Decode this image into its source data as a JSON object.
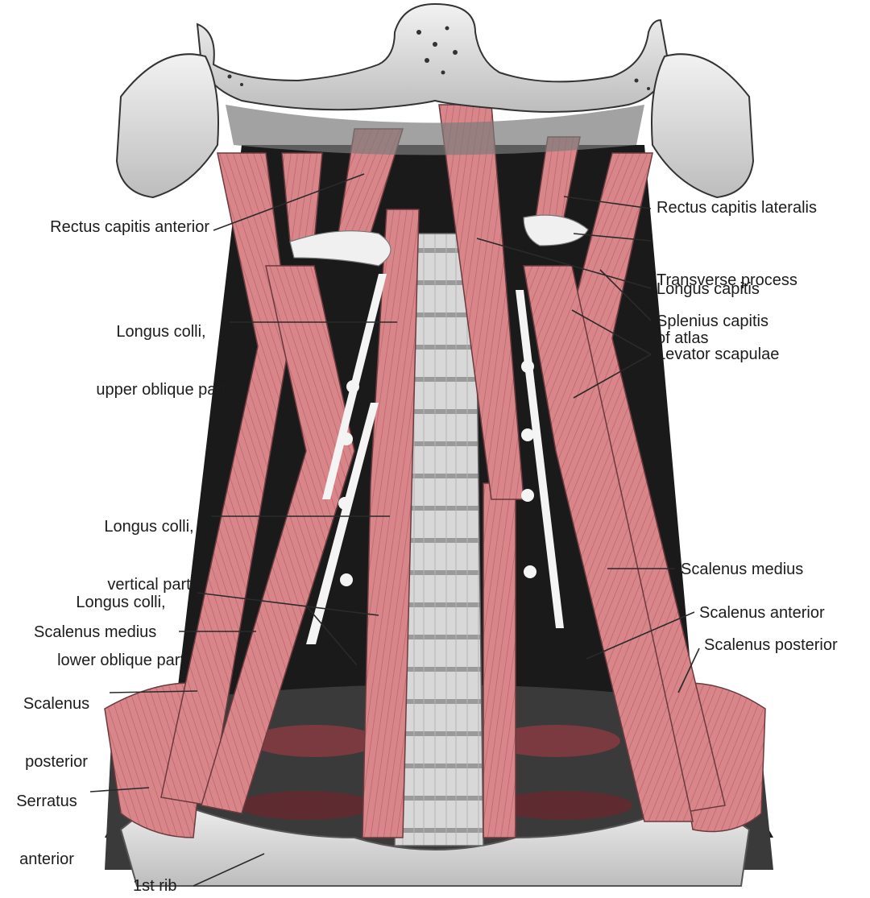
{
  "figure": {
    "labels": {
      "rectus_capitis_anterior": "Rectus capitis anterior",
      "rectus_capitis_lateralis": "Rectus capitis lateralis",
      "transverse_process_line1": "Transverse process",
      "transverse_process_line2": "of atlas",
      "longus_capitis": "Longus capitis",
      "splenius_capitis": "Splenius capitis",
      "levator_scapulae": "Levator scapulae",
      "longus_colli_upper_line1": "Longus colli,",
      "longus_colli_upper_line2": "upper oblique part",
      "longus_colli_vertical_line1": "Longus colli,",
      "longus_colli_vertical_line2": "vertical part",
      "longus_colli_lower_line1": "Longus colli,",
      "longus_colli_lower_line2": "lower oblique part",
      "scalenus_medius_left": "Scalenus medius",
      "scalenus_posterior_left_line1": "Scalenus",
      "scalenus_posterior_left_line2": "posterior",
      "serratus_anterior_line1": "Serratus",
      "serratus_anterior_line2": "anterior",
      "first_rib": "1st rib",
      "scalenus_medius_right": "Scalenus medius",
      "scalenus_anterior_right": "Scalenus anterior",
      "scalenus_posterior_right": "Scalenus posterior"
    },
    "colors": {
      "muscle": "#d9868b",
      "muscle_dark": "#b8626a",
      "bone": "#e6e6e6",
      "shadow": "#1a1a1a",
      "background": "#ffffff"
    }
  }
}
